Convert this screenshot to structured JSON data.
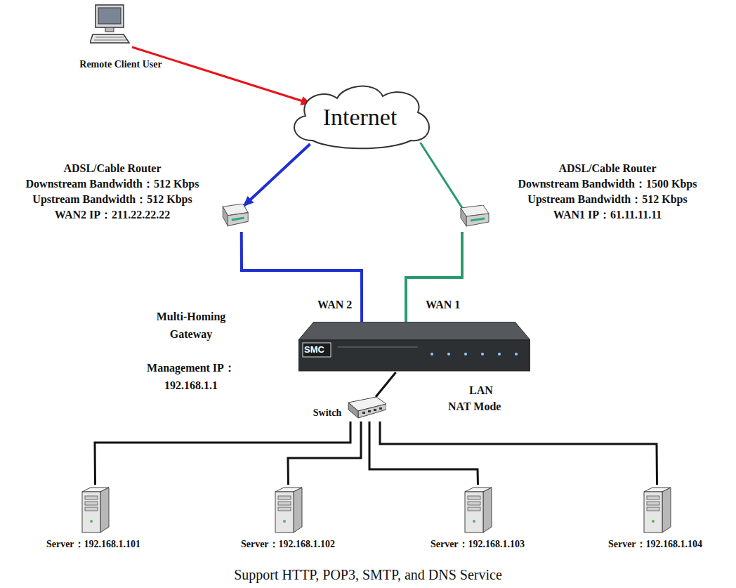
{
  "diagram": {
    "caption": "Support HTTP, POP3, SMTP, and DNS Service",
    "nodes": [
      {
        "text": [
          "Remote Client User"
        ]
      },
      {
        "text": [
          "Internet"
        ]
      },
      {
        "text": [
          "ADSL/Cable Router",
          "Downstream Bandwidth：512 Kbps",
          "Upstream Bandwidth：512 Kbps",
          "WAN2 IP：211.22.22.22"
        ]
      },
      {
        "text": [
          "ADSL/Cable Router",
          "Downstream Bandwidth：1500 Kbps",
          "Upstream Bandwidth：512 Kbps",
          "WAN1 IP：61.11.11.11"
        ]
      },
      {
        "text": [
          "Multi-Homing Gateway",
          "Management IP： 192.168.1.1"
        ]
      },
      {
        "text": [
          "Switch"
        ]
      },
      {
        "text": [
          "Server：192.168.1.101"
        ]
      },
      {
        "text": [
          "Server：192.168.1.102"
        ]
      },
      {
        "text": [
          "Server：192.168.1.103"
        ]
      },
      {
        "text": [
          "Server：192.168.1.104"
        ]
      }
    ],
    "edges": [
      {
        "from": 0,
        "to": 1,
        "arrow": "to"
      },
      {
        "from": 1,
        "to": 2,
        "arrow": "to"
      },
      {
        "from": 1,
        "to": 3,
        "arrow": "none"
      },
      {
        "from": 2,
        "to": 4,
        "label": "WAN 2",
        "arrow": "none"
      },
      {
        "from": 3,
        "to": 4,
        "label": "WAN 1",
        "arrow": "none"
      },
      {
        "from": 4,
        "to": 5,
        "arrow": "none"
      },
      {
        "from": 5,
        "to": 6,
        "arrow": "none"
      },
      {
        "from": 5,
        "to": 7,
        "arrow": "none"
      },
      {
        "from": 5,
        "to": 8,
        "arrow": "none"
      },
      {
        "from": 5,
        "to": 9,
        "arrow": "none"
      }
    ],
    "labels": [
      "SMC",
      "LAN",
      "NAT Mode"
    ]
  }
}
